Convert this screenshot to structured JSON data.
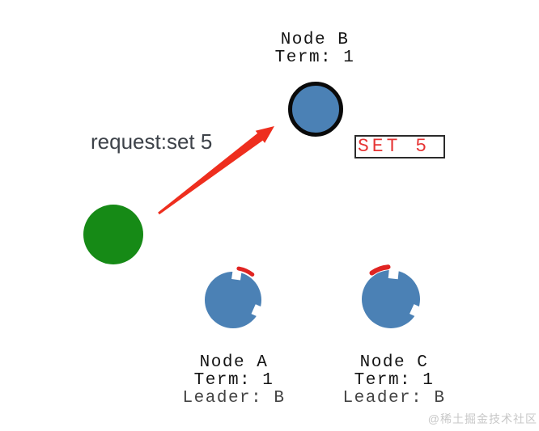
{
  "client": {
    "request_label": "request:set 5",
    "label_color": "#3d4249",
    "circle_color": "#168a16"
  },
  "arrow": {
    "color": "#ee2e1e"
  },
  "message_box": {
    "text": "SET 5",
    "text_color": "#e63434",
    "border_color": "#2b2b2b"
  },
  "nodes": {
    "b": {
      "name": "Node B",
      "term": "Term: 1",
      "role": "leader",
      "fill": "#4b81b5",
      "ring_color": "#0a0a0a"
    },
    "a": {
      "name": "Node A",
      "term": "Term: 1",
      "leader": "Leader: B",
      "role": "follower",
      "fill": "#4b81b5",
      "timer_color": "#e02422"
    },
    "c": {
      "name": "Node C",
      "term": "Term: 1",
      "leader": "Leader: B",
      "role": "follower",
      "fill": "#4b81b5",
      "timer_color": "#e02422"
    }
  },
  "watermark": {
    "text": "@稀土掘金技术社区",
    "color": "#c7c7c7"
  }
}
